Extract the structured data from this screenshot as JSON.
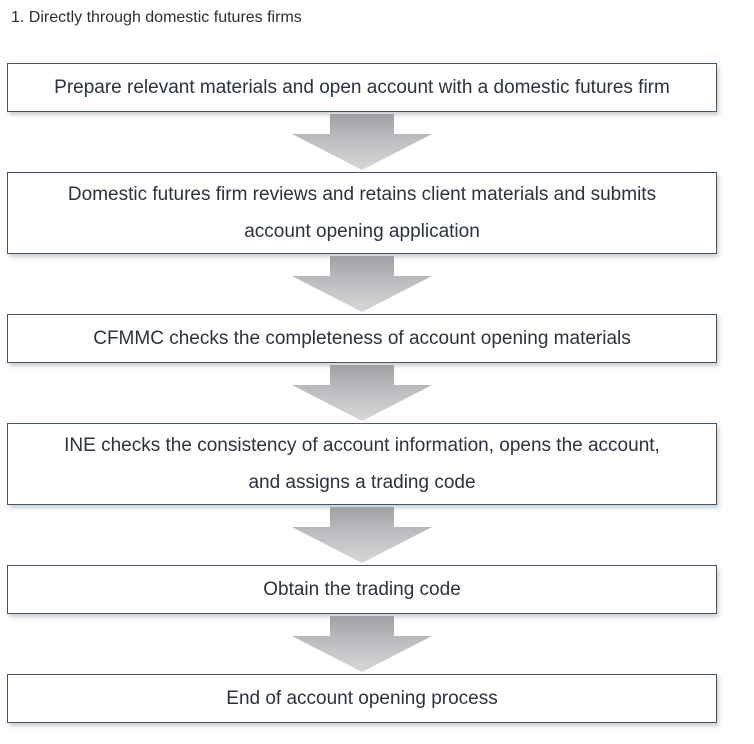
{
  "title": "1. Directly through domestic futures firms",
  "flow": {
    "steps": [
      "Prepare relevant materials and open account with a domestic futures firm",
      "Domestic futures firm reviews and retains client materials and submits\naccount opening application",
      "CFMMC checks the completeness of account opening materials",
      "INE checks the consistency of account information, opens the account,\nand assigns a trading code",
      "Obtain the trading code",
      "End of account opening process"
    ]
  },
  "icons": {
    "down_arrow": "block-arrow-down"
  },
  "colors": {
    "border-color": "#44546a",
    "text-color": "#2a3340",
    "title-color": "#2f2f2f",
    "page-bg": "#ffffff",
    "arrow-top": "#9fa0a4",
    "arrow-mid": "#bdbdc1",
    "arrow-bottom": "#d7d7d9"
  }
}
